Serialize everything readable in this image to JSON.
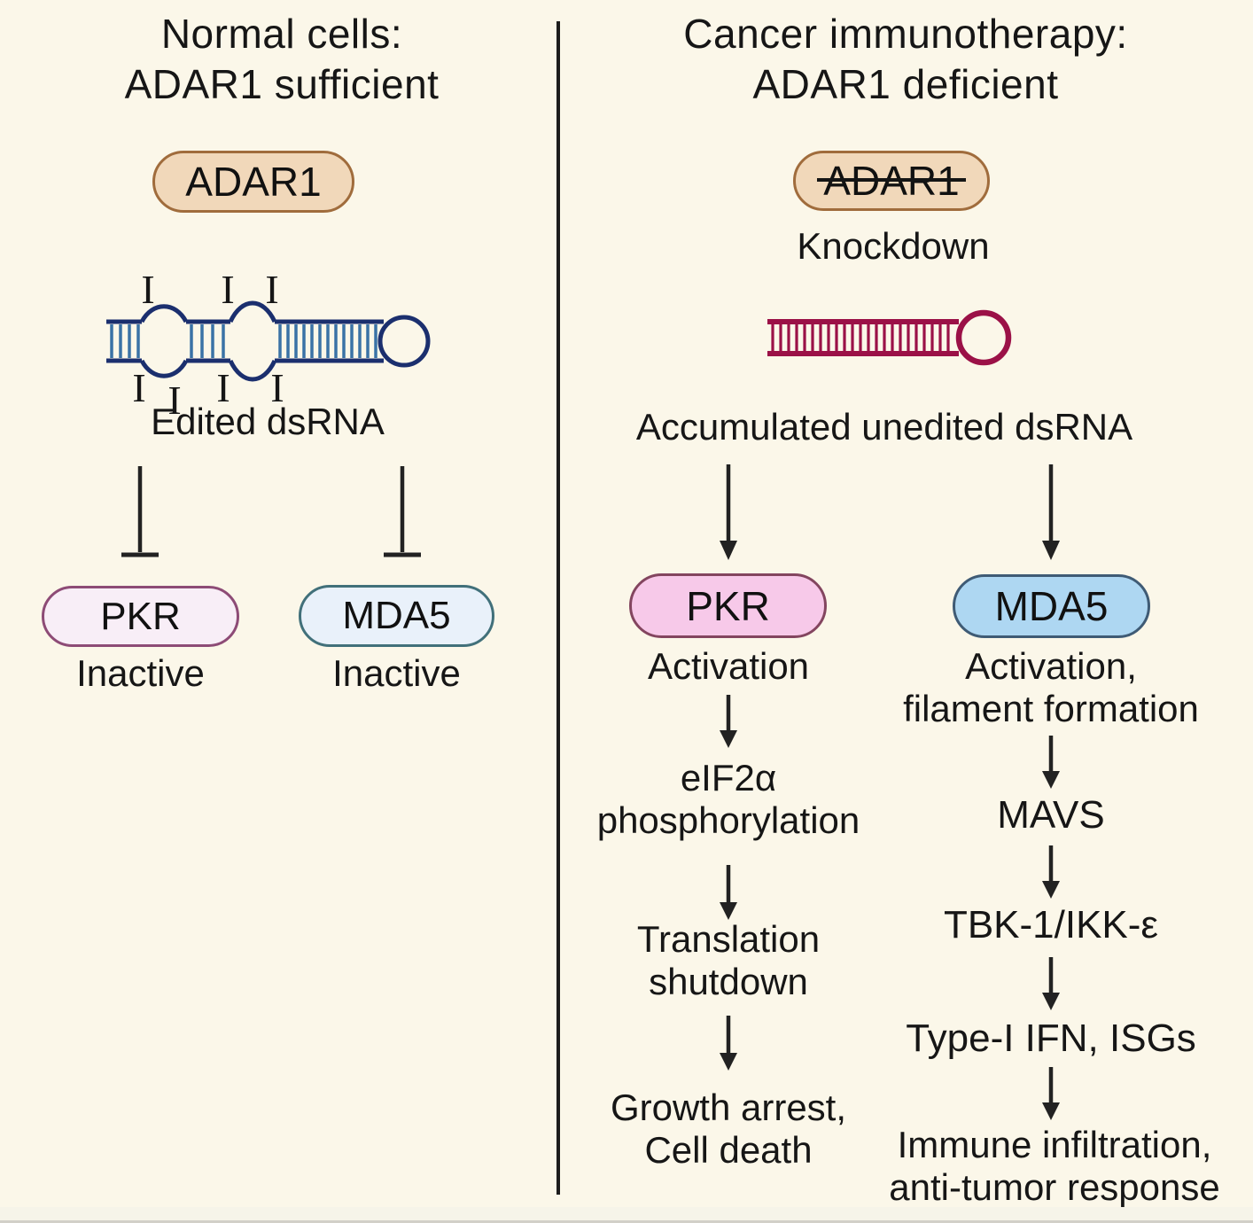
{
  "colors": {
    "background": "#fbf7e9",
    "adar1_fill": "#f1d8ba",
    "adar1_border": "#a06c3c",
    "pkr_inactive_fill": "#f8eef7",
    "pkr_inactive_border": "#8d4b76",
    "mda5_inactive_fill": "#e9f1fa",
    "mda5_inactive_border": "#41707a",
    "pkr_active_fill": "#f7c9e9",
    "pkr_active_border": "#83455f",
    "mda5_active_fill": "#aed7f2",
    "mda5_active_border": "#3f5b75",
    "edited_rna_strand": "#1b2f6e",
    "edited_rna_rung": "#3a72a6",
    "unedited_rna": "#9b1147",
    "text": "#161616"
  },
  "left_panel": {
    "title": "Normal cells:\nADAR1 sufficient",
    "adar1": "ADAR1",
    "inosine": "I",
    "rna_caption": "Edited dsRNA",
    "pkr": {
      "label": "PKR",
      "status": "Inactive"
    },
    "mda5": {
      "label": "MDA5",
      "status": "Inactive"
    }
  },
  "right_panel": {
    "title": "Cancer immunotherapy:\nADAR1 deficient",
    "adar1": "ADAR1",
    "knockdown": "Knockdown",
    "rna_caption": "Accumulated unedited dsRNA",
    "pkr_branch": {
      "node": "PKR",
      "step1": "Activation",
      "step2": "eIF2α\nphosphorylation",
      "step3": "Translation\nshutdown",
      "step4": "Growth arrest,\nCell death"
    },
    "mda5_branch": {
      "node": "MDA5",
      "step1": "Activation,\nfilament formation",
      "step2": "MAVS",
      "step3": "TBK-1/IKK-ε",
      "step4": "Type-I IFN, ISGs",
      "step5": "Immune infiltration,\nanti-tumor response"
    }
  }
}
